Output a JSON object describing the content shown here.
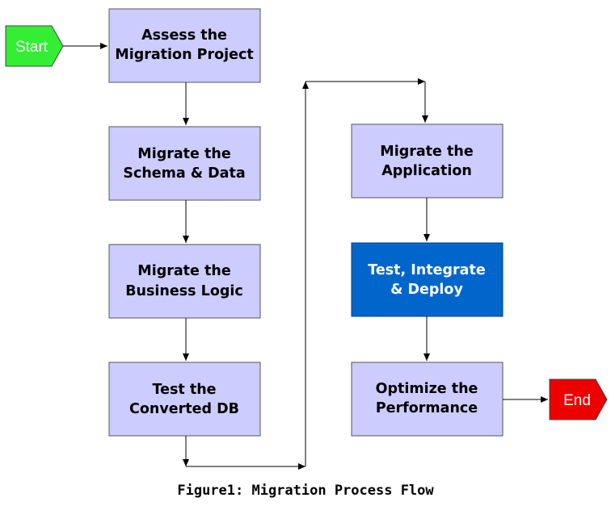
{
  "diagram": {
    "start_label": "Start",
    "end_label": "End",
    "steps": [
      {
        "id": "assess",
        "lines": [
          "Assess the",
          "Migration Project"
        ]
      },
      {
        "id": "schema",
        "lines": [
          "Migrate the",
          "Schema & Data"
        ]
      },
      {
        "id": "logic",
        "lines": [
          "Migrate the",
          "Business Logic"
        ]
      },
      {
        "id": "testdb",
        "lines": [
          "Test the",
          "Converted DB"
        ]
      },
      {
        "id": "app",
        "lines": [
          "Migrate the",
          "Application"
        ]
      },
      {
        "id": "deploy",
        "lines": [
          "Test, Integrate",
          "& Deploy"
        ]
      },
      {
        "id": "optimize",
        "lines": [
          "Optimize the",
          "Performance"
        ]
      }
    ],
    "colors": {
      "box_fill": "#ccccff",
      "highlight_fill": "#0066cc",
      "start_fill": "#33ee33",
      "end_fill": "#ee0000"
    }
  },
  "caption": "Figure1: Migration Process Flow"
}
